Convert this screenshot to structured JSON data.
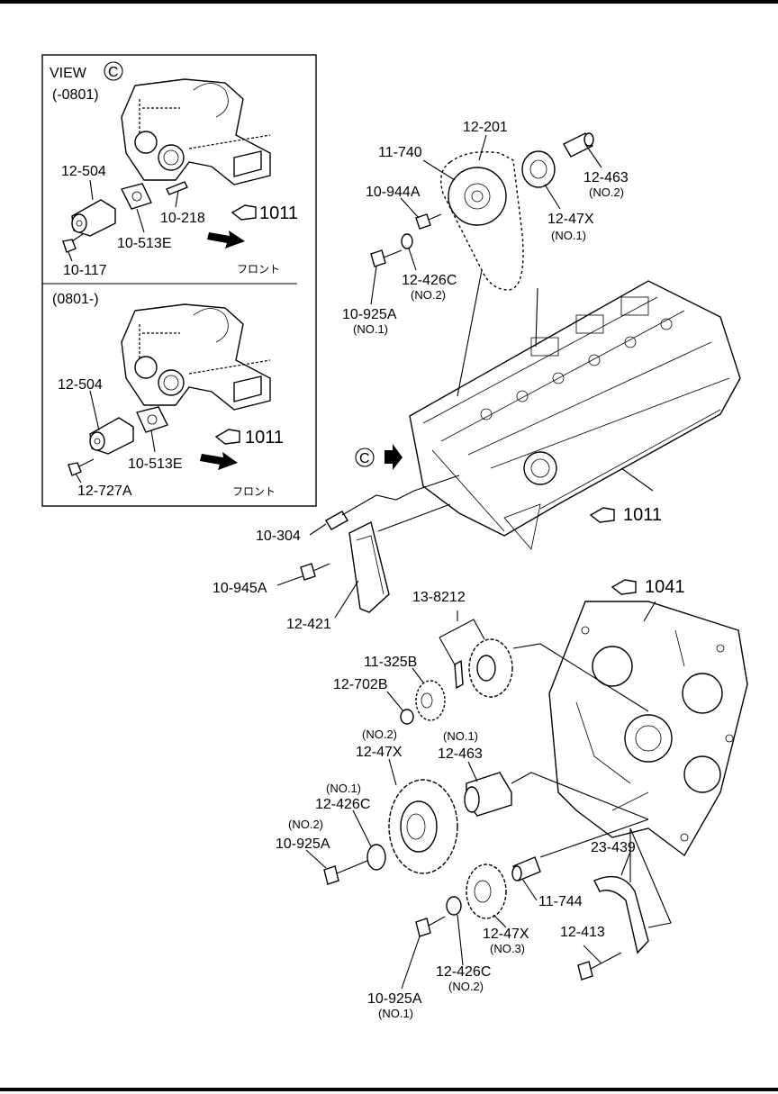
{
  "inset": {
    "view_label": "VIEW",
    "view_marker": "C",
    "range_old": "(-0801)",
    "range_new": "(0801-)",
    "front_label": "フロント"
  },
  "refs": {
    "ref_1011": "1011",
    "ref_1041": "1041"
  },
  "parts": {
    "p12_201": "12-201",
    "p11_740": "11-740",
    "p10_944A": "10-944A",
    "p10_925A_top": "10-925A",
    "p10_925A_top_no": "(NO.1)",
    "p12_426C_top": "12-426C",
    "p12_426C_top_no": "(NO.2)",
    "p12_463_top": "12-463",
    "p12_463_top_no": "(NO.2)",
    "p12_47X_top": "12-47X",
    "p12_47X_top_no": "(NO.1)",
    "p12_504_a": "12-504",
    "p10_218": "10-218",
    "p10_513E_a": "10-513E",
    "p10_117": "10-117",
    "p12_504_b": "12-504",
    "p10_513E_b": "10-513E",
    "p12_727A": "12-727A",
    "p10_304": "10-304",
    "p10_945A": "10-945A",
    "p12_421": "12-421",
    "p13_8212": "13-8212",
    "p11_325B": "11-325B",
    "p12_702B": "12-702B",
    "p12_47X_mid_no": "(NO.2)",
    "p12_47X_mid": "12-47X",
    "p12_463_mid_no": "(NO.1)",
    "p12_463_mid": "12-463",
    "p12_426C_mid_no": "(NO.1)",
    "p12_426C_mid": "12-426C",
    "p10_925A_mid_no": "(NO.2)",
    "p10_925A_mid": "10-925A",
    "p23_439": "23-439",
    "p11_744": "11-744",
    "p12_413": "12-413",
    "p12_47X_low": "12-47X",
    "p12_47X_low_no": "(NO.3)",
    "p12_426C_low": "12-426C",
    "p12_426C_low_no": "(NO.2)",
    "p10_925A_low": "10-925A",
    "p10_925A_low_no": "(NO.1)"
  },
  "icons": {
    "pointing_hand": "pointing-hand-icon",
    "view_arrow": "view-direction-arrow-icon",
    "front_arrow": "front-direction-arrow-icon"
  }
}
